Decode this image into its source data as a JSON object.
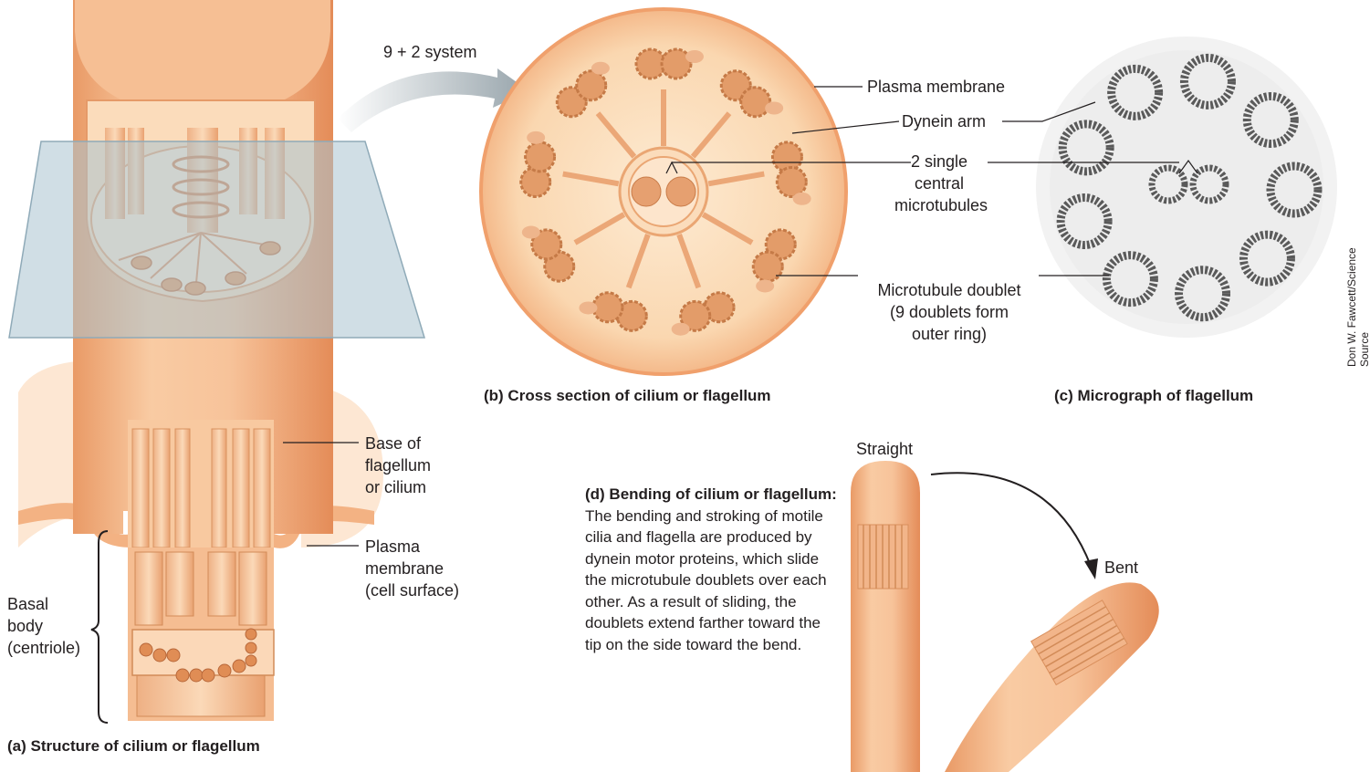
{
  "panel_a": {
    "caption": "(a)  Structure of cilium or flagellum",
    "label_base": [
      "Base of",
      "flagellum",
      "or cilium"
    ],
    "label_plasma": [
      "Plasma",
      "membrane",
      "(cell surface)"
    ],
    "label_basal": [
      "Basal",
      "body",
      "(centriole)"
    ]
  },
  "panel_b": {
    "caption": "(b)  Cross section of cilium or flagellum",
    "arrow_label": "9 + 2 system",
    "label_plasma": "Plasma membrane",
    "label_dynein": "Dynein arm",
    "label_central": [
      "2 single",
      "central",
      "microtubules"
    ],
    "label_doublet": [
      "Microtubule doublet",
      "(9 doublets form",
      "outer ring)"
    ]
  },
  "panel_c": {
    "caption": "(c)  Micrograph of flagellum",
    "credit": [
      "Don W. Fawcett/Science",
      "Source"
    ]
  },
  "panel_d": {
    "title": "(d)  Bending of cilium or flagellum:",
    "text": "The bending and stroking of motile cilia and flagella are produced by dynein motor proteins, which slide the microtubule doublets over each other. As a result of sliding, the doublets extend farther toward the tip on the side toward the bend.",
    "label_straight": "Straight",
    "label_bent": "Bent"
  },
  "colors": {
    "tissue": "#f7c9a2",
    "tissue_dark": "#e9a070",
    "tissue_light": "#fde3c8",
    "plane": "#a9c3cf",
    "arrow": "#b7c1c7",
    "micrograph": "#555555"
  }
}
